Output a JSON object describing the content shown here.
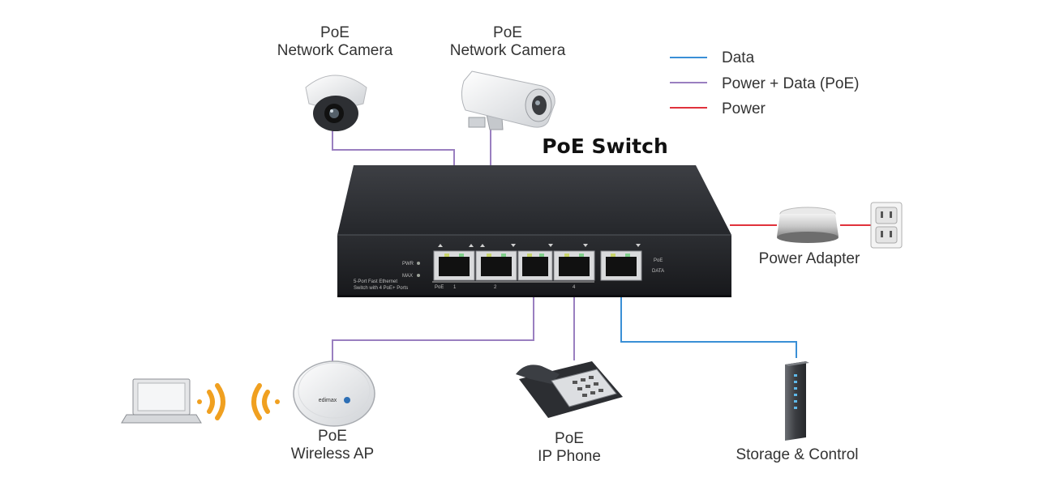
{
  "title": "PoE Switch",
  "legend": [
    {
      "label": "Data",
      "color": "#3a8fd6"
    },
    {
      "label": "Power + Data (PoE)",
      "color": "#9a7fc0"
    },
    {
      "label": "Power",
      "color": "#e0323c"
    }
  ],
  "devices": {
    "dome_camera": {
      "line1": "PoE",
      "line2": "Network Camera"
    },
    "bullet_camera": {
      "line1": "PoE",
      "line2": "Network Camera"
    },
    "power_adapter": {
      "label": "Power Adapter"
    },
    "wireless_ap": {
      "line1": "PoE",
      "line2": "Wireless AP"
    },
    "ip_phone": {
      "line1": "PoE",
      "line2": "IP Phone"
    },
    "storage": {
      "label": "Storage & Control"
    }
  },
  "switch_panel": {
    "pwr": "PWR",
    "max": "MAX",
    "desc1": "5-Port Fast Ethernet",
    "desc2": "Switch with 4 PoE+ Ports",
    "poe": "PoE",
    "port1": "1",
    "port2": "2",
    "port4": "4",
    "link_poe": "PoE",
    "link_data": "DATA"
  },
  "ap_brand": "edimax",
  "colors": {
    "data": "#3a8fd6",
    "poe": "#9a7fc0",
    "power": "#e0323c",
    "wifi": "#f0a020"
  }
}
